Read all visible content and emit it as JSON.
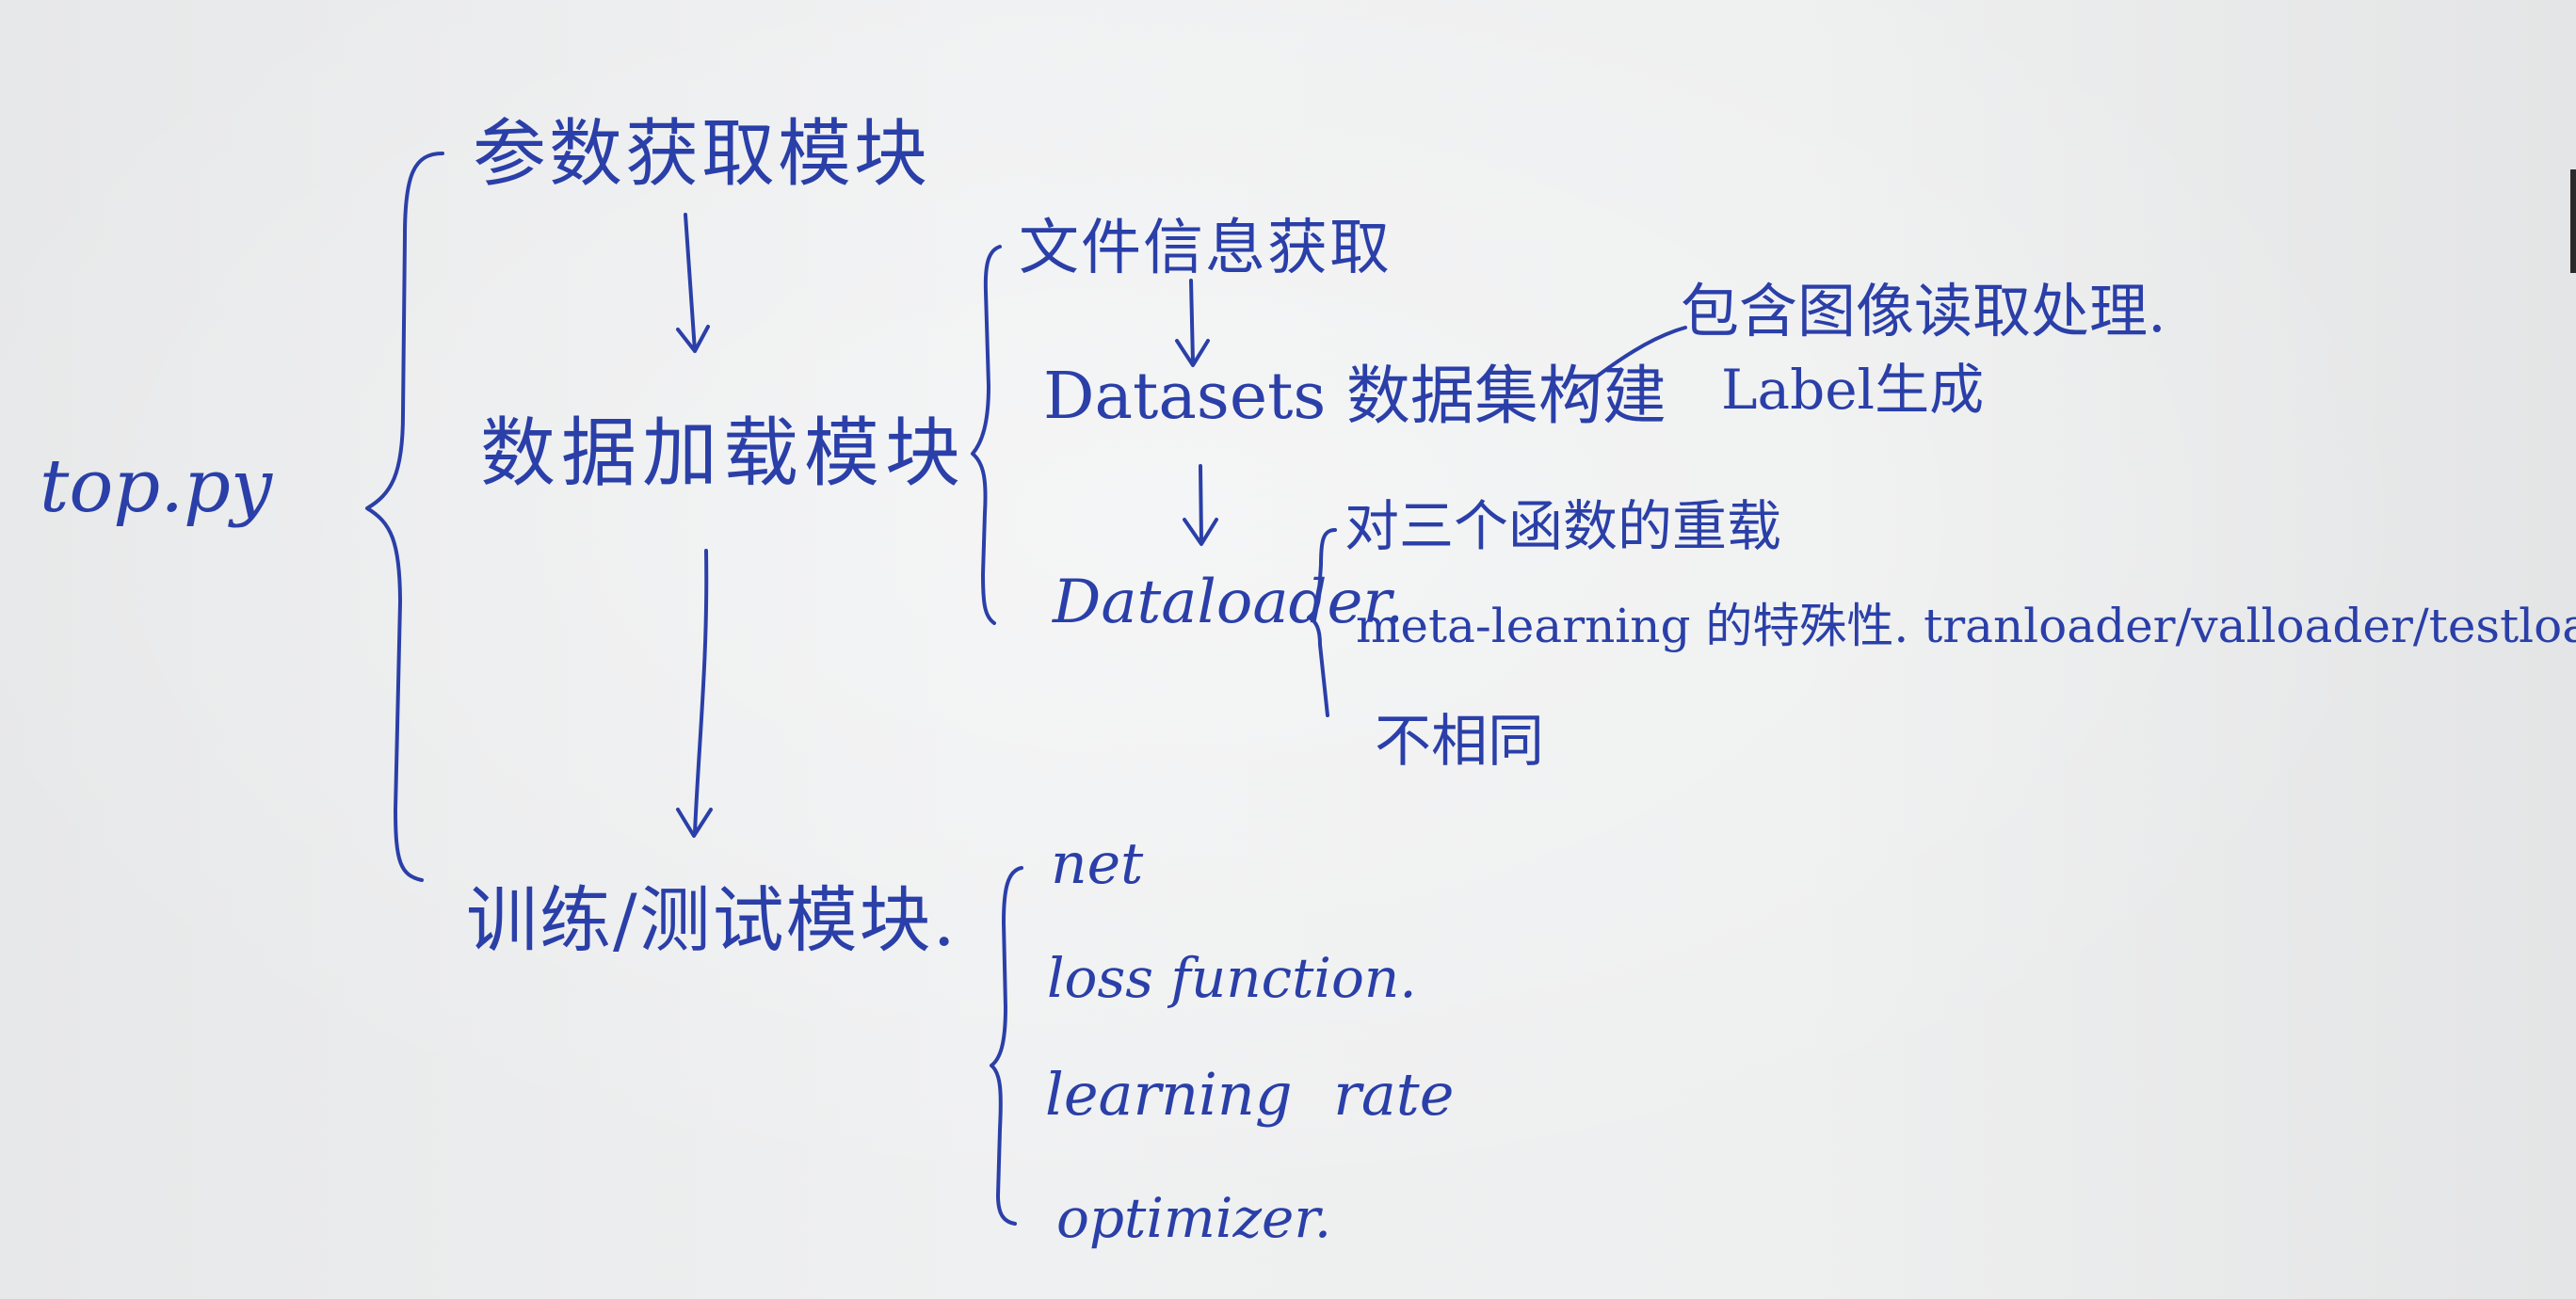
{
  "root": "top.py",
  "modules": {
    "param": "参数获取模块",
    "data": "数据加载模块",
    "train": "训练/测试模块."
  },
  "data_loading": {
    "file_info": "文件信息获取",
    "datasets": "Datasets 数据集构建",
    "dataset_notes": [
      "包含图像读取处理.",
      "Label生成"
    ],
    "dataloader": "Dataloader.",
    "dataloader_notes": [
      "对三个函数的重载",
      "meta-learning 的特殊性. tranloader/valloader/testloade.",
      "不相同"
    ]
  },
  "training": {
    "items": [
      "net",
      "loss function.",
      "learning rate",
      "optimizer."
    ]
  },
  "colors": {
    "ink": "#2a3fa8",
    "paper": "#eeeff0"
  }
}
